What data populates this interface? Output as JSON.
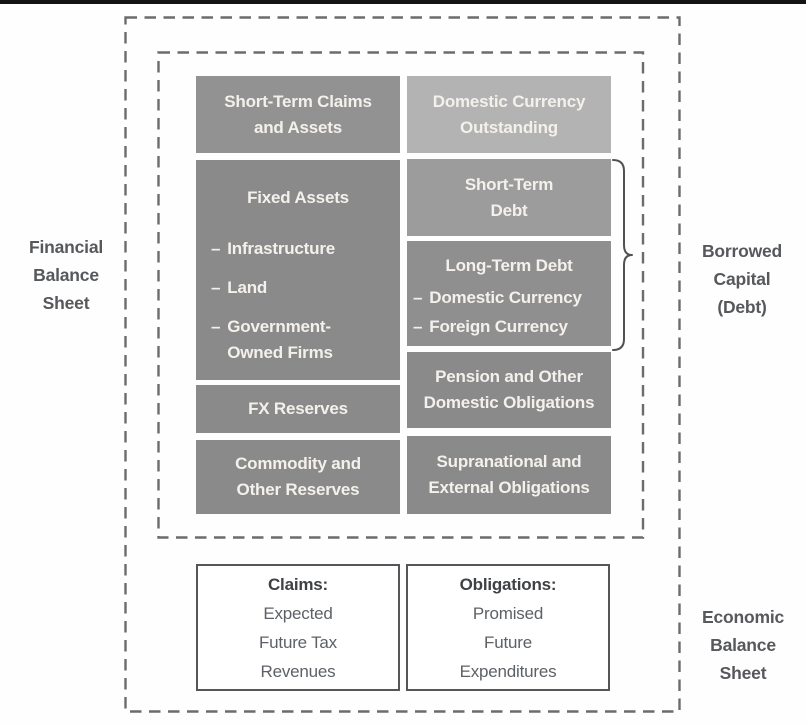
{
  "colors": {
    "top_bar": "#141414",
    "dash_border": "#6c6c6c",
    "brace": "#515151",
    "box_gray": "#8a8a8a",
    "box_gray_claims": "#929292",
    "box_gray_medium": "#9c9c9c",
    "box_gray_ltd": "#8f8f8f",
    "box_gray_light": "#b3b3b3",
    "text_on_gray": "#f4f1ec",
    "label_text": "#56585b",
    "body_text": "#5d6166",
    "heading_text": "#3f4145"
  },
  "bullet_dash": "–",
  "labels": {
    "financial_balance_sheet": {
      "line1": "Financial",
      "line2": "Balance",
      "line3": "Sheet"
    },
    "borrowed_capital": {
      "line1": "Borrowed",
      "line2": "Capital",
      "line3": "(Debt)"
    },
    "economic_balance_sheet": {
      "line1": "Economic",
      "line2": "Balance",
      "line3": "Sheet"
    }
  },
  "assets": {
    "short_term_claims": {
      "line1": "Short-Term Claims",
      "line2": "and Assets"
    },
    "fixed_assets": {
      "title": "Fixed Assets",
      "bullets": [
        "Infrastructure",
        "Land",
        "Government-\nOwned Firms"
      ]
    },
    "fx_reserves": {
      "line1": "FX Reserves"
    },
    "commodity_reserves": {
      "line1": "Commodity and",
      "line2": "Other Reserves"
    }
  },
  "liabilities": {
    "domestic_currency": {
      "line1": "Domestic Currency",
      "line2": "Outstanding"
    },
    "short_term_debt": {
      "line1": "Short-Term",
      "line2": "Debt"
    },
    "long_term_debt": {
      "title": "Long-Term Debt",
      "bullets": [
        "Domestic Currency",
        "Foreign Currency"
      ]
    },
    "pension": {
      "line1": "Pension and Other",
      "line2": "Domestic Obligations"
    },
    "supranational": {
      "line1": "Supranational and",
      "line2": "External Obligations"
    }
  },
  "economic_boxes": {
    "claims": {
      "heading": "Claims:",
      "line1": "Expected",
      "line2": "Future Tax",
      "line3": "Revenues"
    },
    "obligations": {
      "heading": "Obligations:",
      "line1": "Promised",
      "line2": "Future",
      "line3": "Expenditures"
    }
  }
}
